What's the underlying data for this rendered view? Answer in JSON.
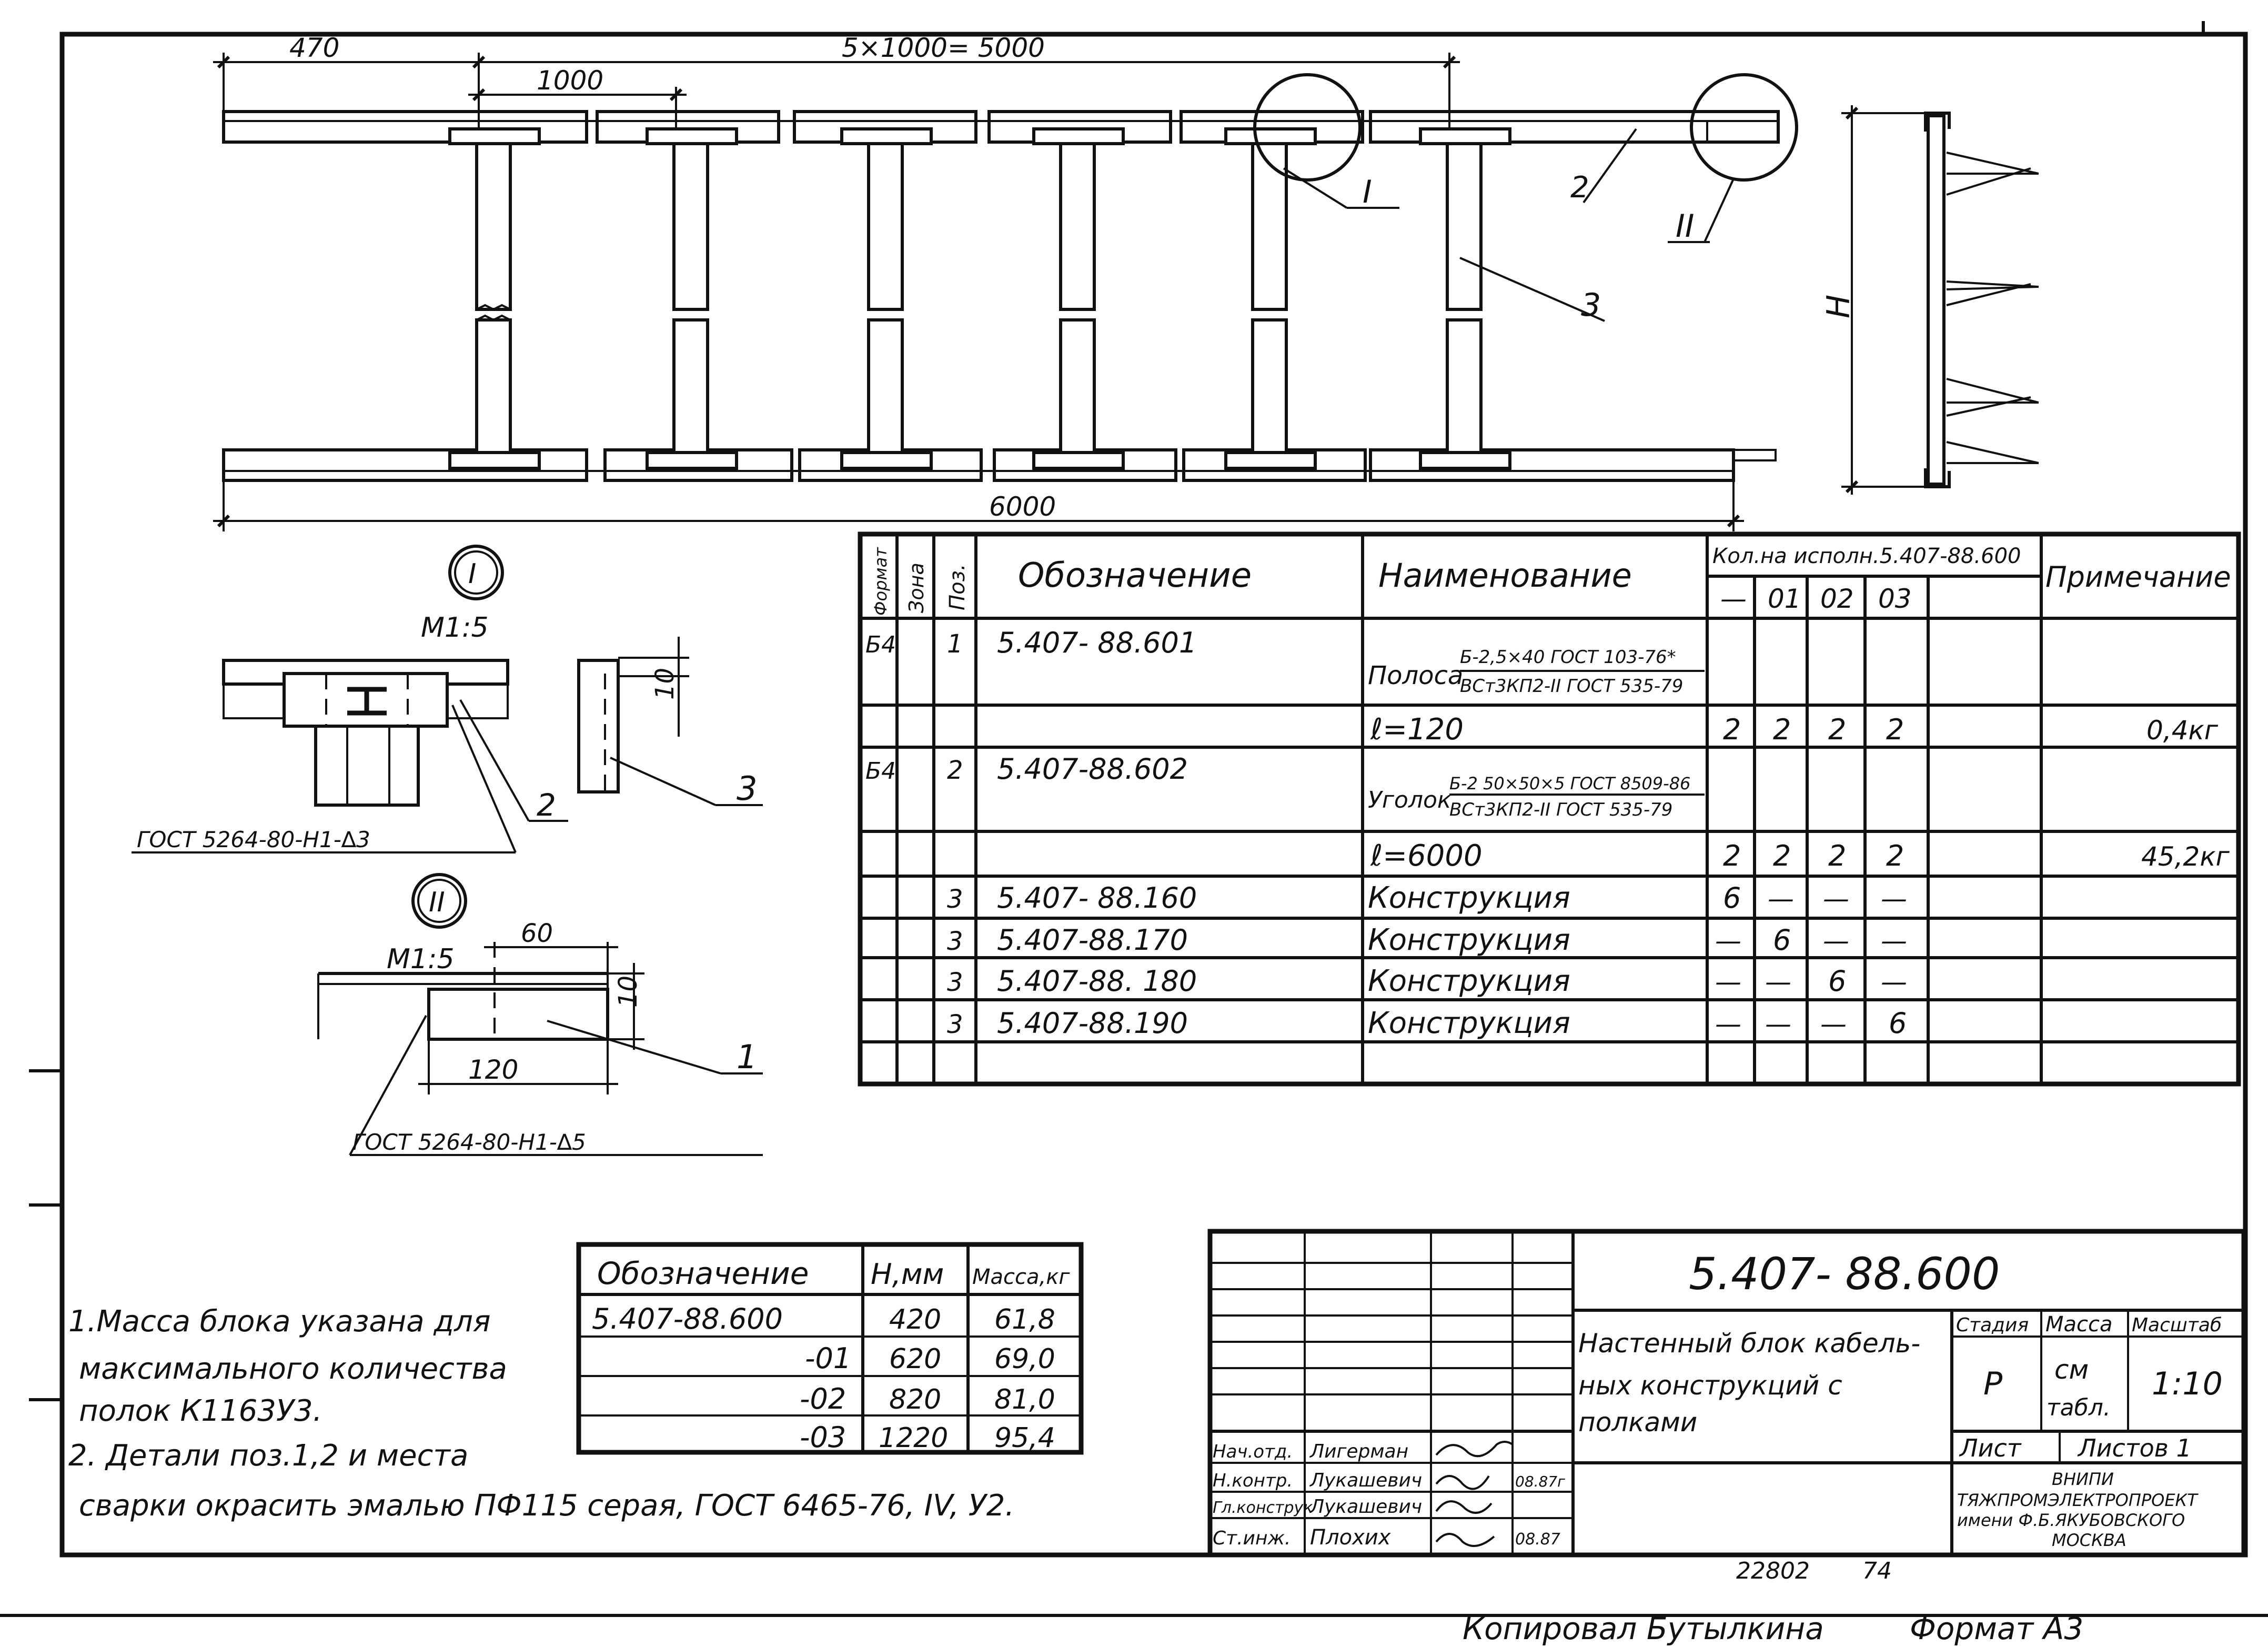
{
  "drawing": {
    "dims": {
      "top_offset": "470",
      "top_total": "5×1000= 5000",
      "top_pitch": "1000",
      "bottom_total": "6000",
      "height_label": "H"
    },
    "callouts": {
      "c1": "I",
      "c2": "II",
      "c3": "2",
      "c4": "3"
    },
    "detail1": {
      "mark": "I",
      "scale": "М1:5",
      "dim_vertical": "10",
      "pos2": "2",
      "pos3": "3",
      "weld": "ГОСТ 5264-80-Н1-∆3"
    },
    "detail2": {
      "mark": "II",
      "scale": "М1:5",
      "dim_top": "60",
      "dim_vertical": "10",
      "dim_bottom": "120",
      "pos1": "1",
      "weld": "ГОСТ 5264-80-Н1-∆5"
    }
  },
  "spec": {
    "headers": {
      "format": "Формат",
      "zone": "Зона",
      "pos": "Поз.",
      "designation": "Обозначение",
      "name": "Наименование",
      "qty": "Кол.на исполн.5.407-88.600",
      "q0": "—",
      "q1": "01",
      "q2": "02",
      "q3": "03",
      "note": "Примечание"
    },
    "rows": [
      {
        "fmt": "Б4",
        "pos": "1",
        "des": "5.407- 88.601",
        "name": "Полоса",
        "name_top": "Б-2,5×40 ГОСТ 103-76*",
        "name_bot": "ВСт3КП2-II ГОСТ 535-79",
        "q0": "",
        "q1": "",
        "q2": "",
        "q3": "",
        "note": ""
      },
      {
        "fmt": "",
        "pos": "",
        "des": "",
        "name": "ℓ=120",
        "q0": "2",
        "q1": "2",
        "q2": "2",
        "q3": "2",
        "note": "0,4кг"
      },
      {
        "fmt": "Б4",
        "pos": "2",
        "des": "5.407-88.602",
        "name": "Уголок",
        "name_top": "Б-2 50×50×5 ГОСТ 8509-86",
        "name_bot": "ВСт3КП2-II ГОСТ 535-79",
        "q0": "",
        "q1": "",
        "q2": "",
        "q3": "",
        "note": ""
      },
      {
        "fmt": "",
        "pos": "",
        "des": "",
        "name": "ℓ=6000",
        "q0": "2",
        "q1": "2",
        "q2": "2",
        "q3": "2",
        "note": "45,2кг"
      },
      {
        "fmt": "",
        "pos": "3",
        "des": "5.407- 88.160",
        "name": "Конструкция",
        "q0": "6",
        "q1": "—",
        "q2": "—",
        "q3": "—",
        "note": ""
      },
      {
        "fmt": "",
        "pos": "3",
        "des": "5.407-88.170",
        "name": "Конструкция",
        "q0": "—",
        "q1": "6",
        "q2": "—",
        "q3": "—",
        "note": ""
      },
      {
        "fmt": "",
        "pos": "3",
        "des": "5.407-88. 180",
        "name": "Конструкция",
        "q0": "—",
        "q1": "—",
        "q2": "6",
        "q3": "—",
        "note": ""
      },
      {
        "fmt": "",
        "pos": "3",
        "des": "5.407-88.190",
        "name": "Конструкция",
        "q0": "—",
        "q1": "—",
        "q2": "—",
        "q3": "6",
        "note": ""
      }
    ]
  },
  "variants": {
    "headers": {
      "des": "Обозначение",
      "h": "Н,мм",
      "mass": "Масса,кг"
    },
    "rows": [
      {
        "des": "5.407-88.600",
        "h": "420",
        "mass": "61,8"
      },
      {
        "des": "-01",
        "h": "620",
        "mass": "69,0"
      },
      {
        "des": "-02",
        "h": "820",
        "mass": "81,0"
      },
      {
        "des": "-03",
        "h": "1220",
        "mass": "95,4"
      }
    ]
  },
  "notes": {
    "n1a": "1.Масса блока указана для",
    "n1b": "максимального количества",
    "n1c": "полок К1163У3.",
    "n2a": "2. Детали поз.1,2 и места",
    "n2b": "сварки окрасить эмалью  ПФ115 серая, ГОСТ 6465-76, IV, У2."
  },
  "titleblock": {
    "code": "5.407- 88.600",
    "title1": "Настенный блок кабель-",
    "title2": "ных конструкций с",
    "title3": "полками",
    "stage_label": "Стадия",
    "mass_label": "Масса",
    "scale_label": "Масштаб",
    "stage": "Р",
    "mass1": "см",
    "mass2": "табл.",
    "scale": "1:10",
    "sheet_label": "Лист",
    "sheets_label": "Листов 1",
    "org1": "ВНИПИ",
    "org2": "ТЯЖПРОМЭЛЕКТРОПРОЕКТ",
    "org3": "имени Ф.Б.ЯКУБОВСКОГО",
    "org4": "МОСКВА",
    "roles": [
      {
        "role": "Нач.отд.",
        "name": "Лигерман",
        "date": ""
      },
      {
        "role": "Н.контр.",
        "name": "Лукашевич",
        "date": "08.87г"
      },
      {
        "role": "Гл.конструк",
        "name": "Лукашевич",
        "date": ""
      },
      {
        "role": "Ст.инж.",
        "name": "Плохих",
        "date": "08.87"
      }
    ]
  },
  "footer": {
    "inv": "22802",
    "inv2": "74",
    "copied": "Копировал  Бутылкина",
    "format": "Формат  А3"
  }
}
